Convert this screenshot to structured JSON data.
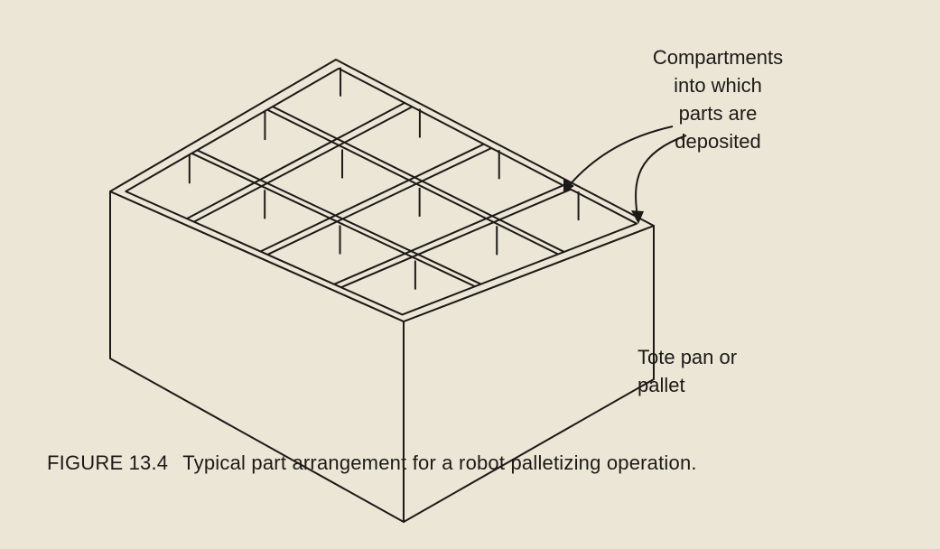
{
  "figure": {
    "number": "FIGURE 13.4",
    "caption": "Typical part arrangement for a robot palletizing operation.",
    "callouts": {
      "compartments": [
        "Compartments",
        "into which",
        "parts are",
        "deposited"
      ],
      "tote": [
        "Tote pan or",
        "pallet"
      ]
    },
    "grid": {
      "rows": 4,
      "cols": 3
    },
    "ink_color": "#1c1a18",
    "paper_color": "#ece6d6"
  }
}
